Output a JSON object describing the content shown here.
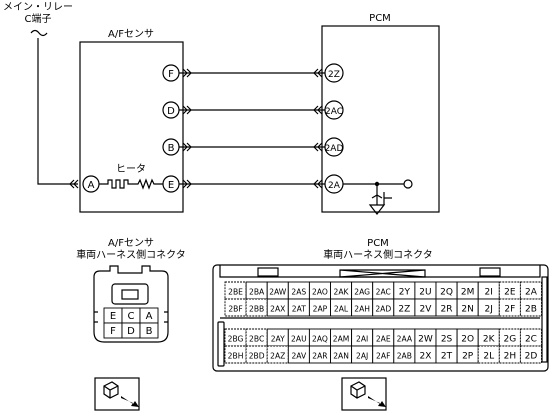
{
  "relay": {
    "line1": "メイン・リレー",
    "line2": "C端子"
  },
  "sensor": {
    "title": "A/Fセンサ",
    "heater": "ヒータ",
    "pins": [
      "F",
      "D",
      "B",
      "A",
      "E"
    ]
  },
  "pcm": {
    "title": "PCM",
    "pins": [
      "2Z",
      "2AC",
      "2AD",
      "2A"
    ]
  },
  "sensor_connector": {
    "title_line1": "A/Fセンサ",
    "title_line2": "車両ハーネス側コネクタ",
    "rows": [
      [
        "E",
        "C",
        "A"
      ],
      [
        "F",
        "D",
        "B"
      ]
    ]
  },
  "pcm_connector": {
    "title_line1": "PCM",
    "title_line2": "車両ハーネス側コネクタ",
    "left_block": [
      [
        "2BE",
        "2BA",
        "2AW",
        "2AS",
        "2AO",
        "2AK",
        "2AG",
        "2AC",
        "2Y",
        "2U",
        "2Q",
        "2M",
        "2I",
        "2E",
        "2A"
      ],
      [
        "2BF",
        "2BB",
        "2AX",
        "2AT",
        "2AP",
        "2AL",
        "2AH",
        "2AD",
        "2Z",
        "2V",
        "2R",
        "2N",
        "2J",
        "2F",
        "2B"
      ],
      [
        "2BG",
        "2BC",
        "2AY",
        "2AU",
        "2AQ",
        "2AM",
        "2AI",
        "2AE",
        "2AA",
        "2W",
        "2S",
        "2O",
        "2K",
        "2G",
        "2C"
      ],
      [
        "2BH",
        "2BD",
        "2AZ",
        "2AV",
        "2AR",
        "2AN",
        "2AJ",
        "2AF",
        "2AB",
        "2X",
        "2T",
        "2P",
        "2L",
        "2H",
        "2D"
      ]
    ]
  }
}
